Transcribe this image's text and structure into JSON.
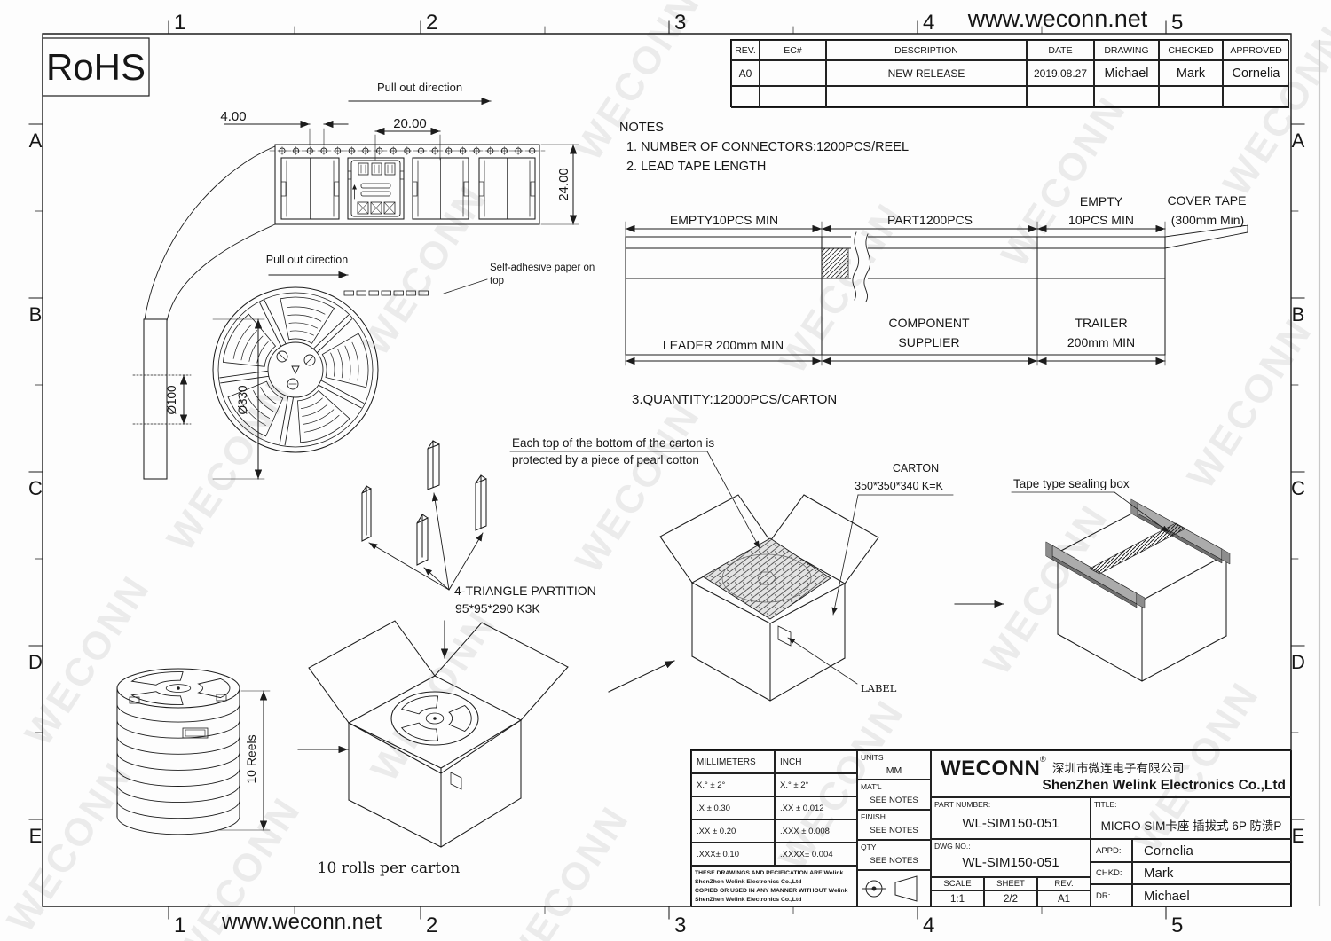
{
  "frame": {
    "zone_numbers": [
      "1",
      "2",
      "3",
      "4",
      "5"
    ],
    "zone_letters": [
      "A",
      "B",
      "C",
      "D",
      "E"
    ],
    "url_top": "www.weconn.net",
    "url_bottom": "www.weconn.net",
    "rohs": "RoHS",
    "watermark": "WECONN"
  },
  "revision_table": {
    "headers": [
      "REV.",
      "EC#",
      "DESCRIPTION",
      "DATE",
      "DRAWING",
      "CHECKED",
      "APPROVED"
    ],
    "row": {
      "rev": "A0",
      "ec": "",
      "description": "NEW RELEASE",
      "date": "2019.08.27",
      "drawing": "Michael",
      "checked": "Mark",
      "approved": "Cornelia"
    }
  },
  "notes": {
    "title": "NOTES",
    "item1": "1. NUMBER OF CONNECTORS:1200PCS/REEL",
    "item2": "2. LEAD TAPE LENGTH",
    "item3": "3.QUANTITY:12000PCS/CARTON"
  },
  "strip": {
    "pull_out": "Pull out direction",
    "dim_pitch": "4.00",
    "dim_pocket": "20.00",
    "dim_width": "24.00"
  },
  "reel": {
    "pull_out": "Pull out direction",
    "adhesive_line1": "Self-adhesive paper on",
    "adhesive_line2": "top",
    "dia_inner": "Ø100",
    "dia_outer": "Ø330"
  },
  "tape": {
    "empty_left": "EMPTY10PCS MIN",
    "part": "PART1200PCS",
    "empty_right1": "EMPTY",
    "empty_right2": "10PCS MIN",
    "cover1": "COVER TAPE",
    "cover2": "(300mm Min)",
    "leader": "LEADER 200mm MIN",
    "component1": "COMPONENT",
    "component2": "SUPPLIER",
    "trailer1": "TRAILER",
    "trailer2": "200mm MIN"
  },
  "packing": {
    "partition1": "4-TRIANGLE PARTITION",
    "partition2": "95*95*290 K3K",
    "pearl1": "Each top of the bottom of the carton is",
    "pearl2": "protected by a piece of pearl cotton",
    "carton1": "CARTON",
    "carton2": "350*350*340 K=K",
    "label": "LABEL",
    "sealing": "Tape type sealing box",
    "reels_dim": "10 Reels",
    "rolls_caption": "10 rolls per carton"
  },
  "title_block": {
    "tol": {
      "h_mm": "MILLIMETERS",
      "h_inch": "INCH",
      "r1m": "X.°  ±  2°",
      "r1i": "X.°  ±  2°",
      "r2m": ".X    ± 0.30",
      "r2i": ".XX    ± 0.012",
      "r3m": ".XX   ± 0.20",
      "r3i": ".XXX   ± 0.008",
      "r4m": ".XXX±  0.10",
      "r4i": ".XXXX±  0.004"
    },
    "disclaimer1": "THESE DRAWINGS AND PECIFICATION ARE Welink",
    "disclaimer2": "ShenZhen Welink Electronics Co.,Ltd",
    "disclaimer3": "COPIED OR USED IN ANY MANNER WITHOUT Welink",
    "disclaimer4": "ShenZhen Welink Electronics Co.,Ltd",
    "units_label": "UNITS",
    "units_value": "MM",
    "matl_label": "MAT'L",
    "matl_value": "SEE NOTES",
    "finish_label": "FINISH",
    "finish_value": "SEE NOTES",
    "qty_label": "QTY",
    "qty_value": "SEE NOTES",
    "brand": "WECONN",
    "reg": "®",
    "brand_cn": "深圳市微连电子有限公司",
    "company": "ShenZhen Welink Electronics Co.,Ltd",
    "part_label": "PART NUMBER:",
    "part_value": "WL-SIM150-051",
    "title_label": "TITLE:",
    "title_value": "MICRO SIM卡座 插拔式 6P 防溃P",
    "dwg_label": "DWG NO.:",
    "dwg_value": "WL-SIM150-051",
    "scale_label": "SCALE",
    "scale_value": "1:1",
    "sheet_label": "SHEET",
    "sheet_value": "2/2",
    "rev_label": "REV.",
    "rev_value": "A1",
    "appd_label": "APPD:",
    "appd_value": "Cornelia",
    "chkd_label": "CHKD:",
    "chkd_value": "Mark",
    "dr_label": "DR:",
    "dr_value": "Michael"
  }
}
